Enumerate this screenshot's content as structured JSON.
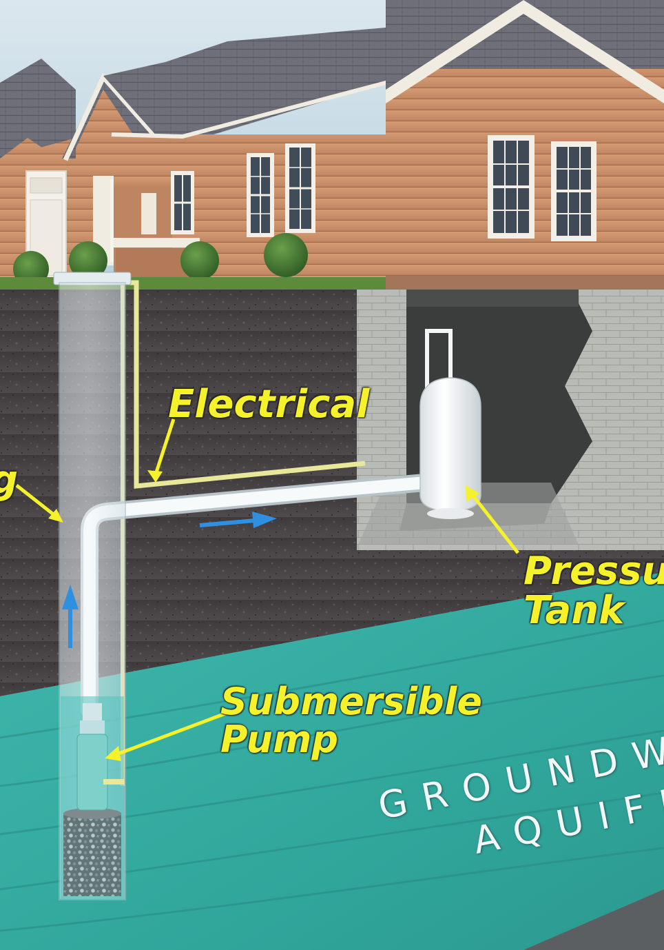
{
  "labels": {
    "well_partial": "g",
    "electrical": "Electrical",
    "pressure_tank_line1": "Pressure",
    "pressure_tank_line2": "Tank",
    "pump_line1": "Submersible",
    "pump_line2": "Pump",
    "aquifer_line1": "GROUNDWATER",
    "aquifer_line2": "AQUIFER"
  },
  "colors": {
    "label_text": "#f5f12a",
    "arrow": "#f5f12a",
    "flow_arrow": "#2f8fe0",
    "soil": "#4b4547",
    "aquifer": "#3bb1a6",
    "siding": "#c98c66",
    "roof": "#6d6e78",
    "trim": "#f1ece2",
    "foundation": "#b7b9b4",
    "pipe": "#eef3f5",
    "wire": "#e9e79a"
  },
  "icons": {
    "flow_arrow_horizontal": "arrow-right-icon",
    "flow_arrow_vertical": "arrow-up-icon"
  }
}
